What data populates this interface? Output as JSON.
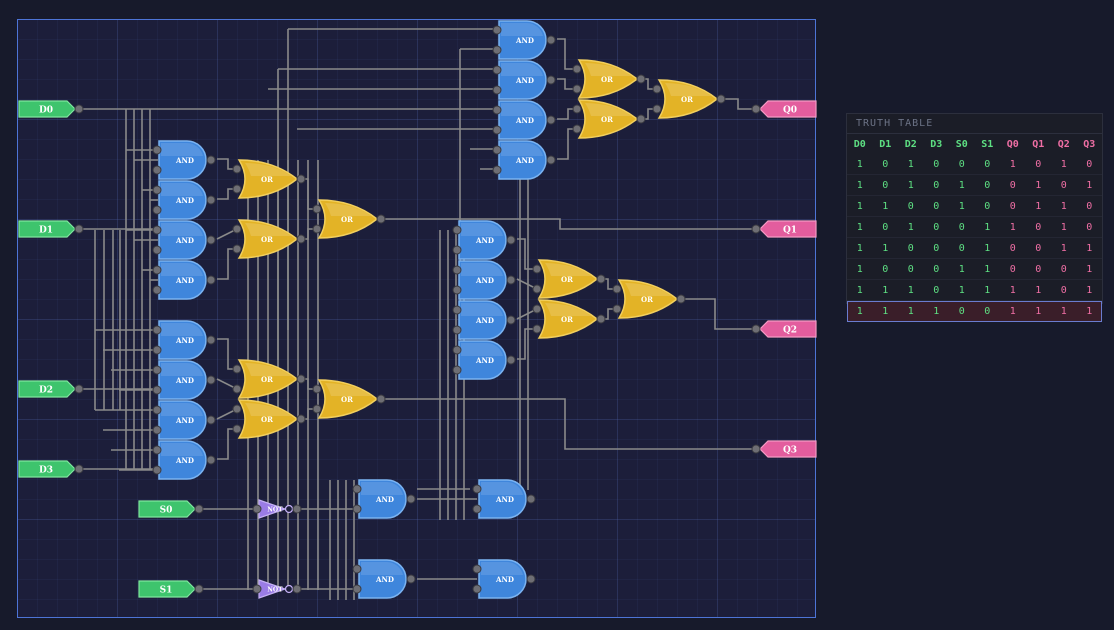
{
  "circuit": {
    "inputs": [
      "D0",
      "D1",
      "D2",
      "D3",
      "S0",
      "S1"
    ],
    "outputs": [
      "Q0",
      "Q1",
      "Q2",
      "Q3"
    ],
    "and_label": "AND",
    "or_label": "OR",
    "not_label": "NOT",
    "colors": {
      "input_pin": "#3ec46d",
      "output_pin": "#e35d9e",
      "and_gate": "#4a8ee0",
      "or_gate": "#e0b42a",
      "not_gate": "#9b7de8",
      "wire": "#8a8a8a"
    }
  },
  "truth_table": {
    "title": "TRUTH TABLE",
    "headers": [
      "D0",
      "D1",
      "D2",
      "D3",
      "S0",
      "S1",
      "Q0",
      "Q1",
      "Q2",
      "Q3"
    ],
    "input_count": 6,
    "rows": [
      [
        "1",
        "0",
        "1",
        "0",
        "0",
        "0",
        "1",
        "0",
        "1",
        "0"
      ],
      [
        "1",
        "0",
        "1",
        "0",
        "1",
        "0",
        "0",
        "1",
        "0",
        "1"
      ],
      [
        "1",
        "1",
        "0",
        "0",
        "1",
        "0",
        "0",
        "1",
        "1",
        "0"
      ],
      [
        "1",
        "0",
        "1",
        "0",
        "0",
        "1",
        "1",
        "0",
        "1",
        "0"
      ],
      [
        "1",
        "1",
        "0",
        "0",
        "0",
        "1",
        "0",
        "0",
        "1",
        "1"
      ],
      [
        "1",
        "0",
        "0",
        "0",
        "1",
        "1",
        "0",
        "0",
        "0",
        "1"
      ],
      [
        "1",
        "1",
        "1",
        "0",
        "1",
        "1",
        "1",
        "1",
        "0",
        "1"
      ],
      [
        "1",
        "1",
        "1",
        "1",
        "0",
        "0",
        "1",
        "1",
        "1",
        "1"
      ]
    ],
    "highlighted_row": 7
  }
}
